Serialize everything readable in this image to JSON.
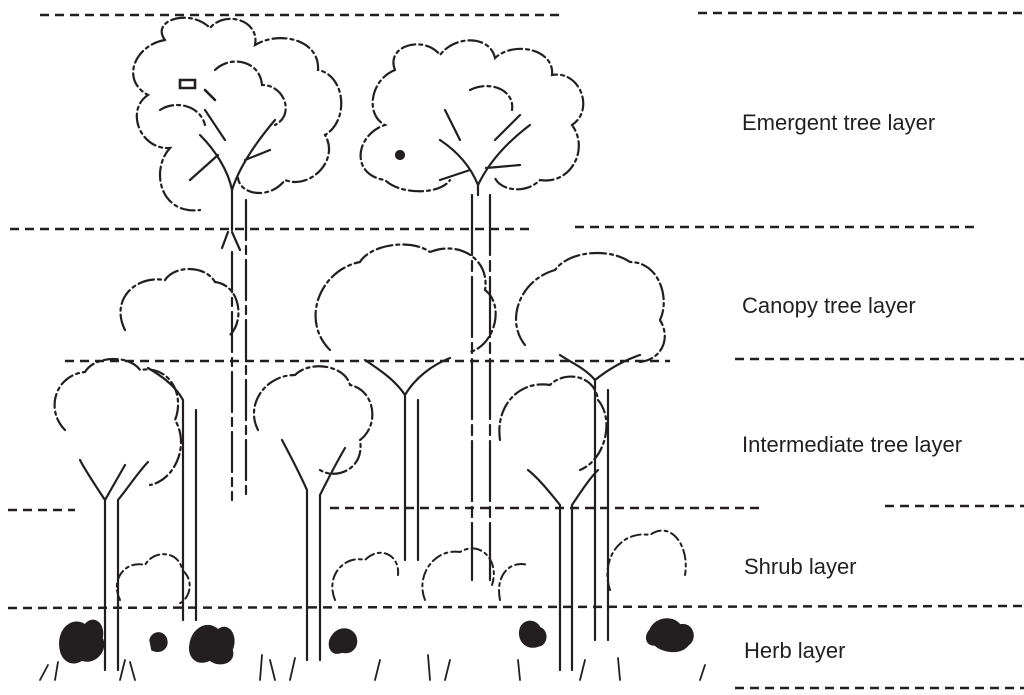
{
  "layers": [
    {
      "id": "emergent",
      "label": "Emergent tree layer"
    },
    {
      "id": "canopy",
      "label": "Canopy tree layer"
    },
    {
      "id": "intermediate",
      "label": "Intermediate tree layer"
    },
    {
      "id": "shrub",
      "label": "Shrub layer"
    },
    {
      "id": "herb",
      "label": "Herb layer"
    }
  ],
  "colors": {
    "ink": "#231f20",
    "background": "#ffffff"
  }
}
